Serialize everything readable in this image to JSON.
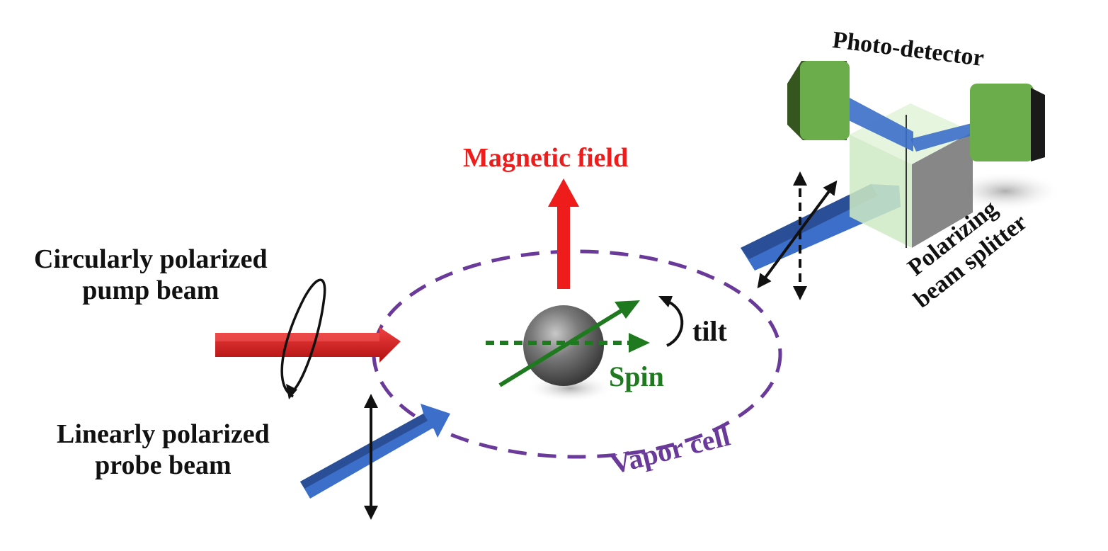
{
  "labels": {
    "pump_line1": "Circularly polarized",
    "pump_line2": "pump beam",
    "probe_line1": "Linearly polarized",
    "probe_line2": "probe beam",
    "magnetic_field": "Magnetic field",
    "spin": "Spin",
    "tilt": "tilt",
    "vapor_cell": "Vapor cell",
    "photo_detector": "Photo-detector",
    "pbs_line1": "Polarizing",
    "pbs_line2": "beam splitter"
  },
  "colors": {
    "pump_beam": "#d81e1e",
    "probe_beam": "#3b6fc9",
    "magnetic_field": "#ef1c1c",
    "spin": "#1f7a1f",
    "vapor_cell": "#6a3a9a",
    "detector": "#6aad4a",
    "beam_splitter": "#cfeac4",
    "atom": "#6b6b6b"
  }
}
